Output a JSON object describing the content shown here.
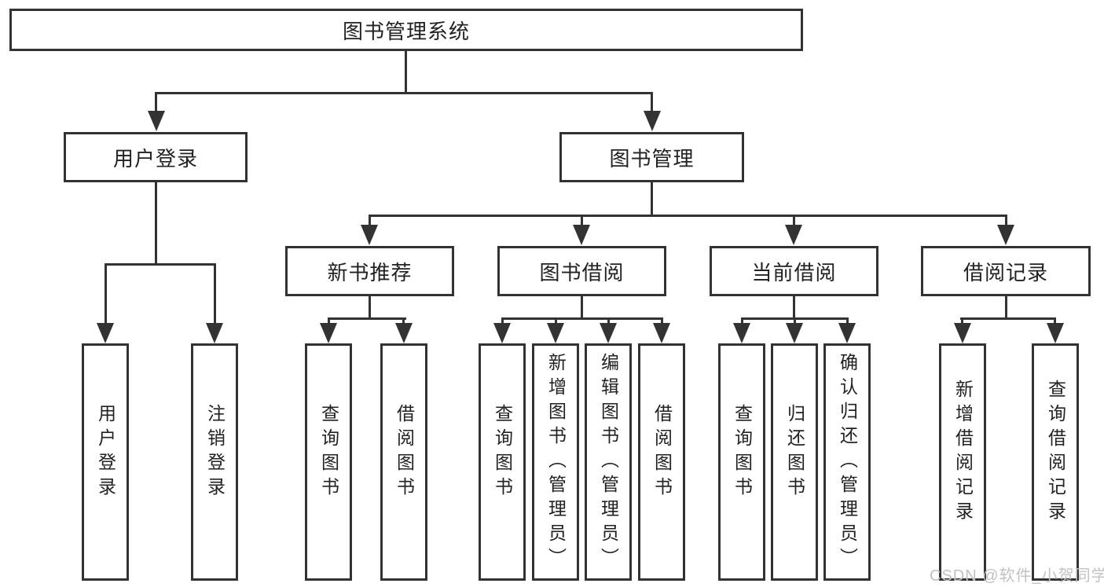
{
  "tree": {
    "root": {
      "label": "图书管理系统"
    },
    "branches": [
      {
        "label": "用户登录",
        "children": [
          {
            "label": "用户登录"
          },
          {
            "label": "注销登录"
          }
        ]
      },
      {
        "label": "图书管理",
        "groups": [
          {
            "label": "新书推荐",
            "children": [
              {
                "label": "查询图书"
              },
              {
                "label": "借阅图书"
              }
            ]
          },
          {
            "label": "图书借阅",
            "children": [
              {
                "label": "查询图书"
              },
              {
                "label": "新增图书（管理员）"
              },
              {
                "label": "编辑图书（管理员）"
              },
              {
                "label": "借阅图书"
              }
            ]
          },
          {
            "label": "当前借阅",
            "children": [
              {
                "label": "查询图书"
              },
              {
                "label": "归还图书"
              },
              {
                "label": "确认归还（管理员）"
              }
            ]
          },
          {
            "label": "借阅记录",
            "children": [
              {
                "label": "新增借阅记录"
              },
              {
                "label": "查询借阅记录"
              }
            ]
          }
        ]
      }
    ]
  },
  "watermark": {
    "text": "CSDN @软件_小贺同学"
  },
  "colors": {
    "line": "#333333",
    "box_border": "#333333",
    "box_background": "#ffffff",
    "text": "#222222",
    "canvas_background": "#ffffff",
    "watermark": "#c2c2c2"
  }
}
